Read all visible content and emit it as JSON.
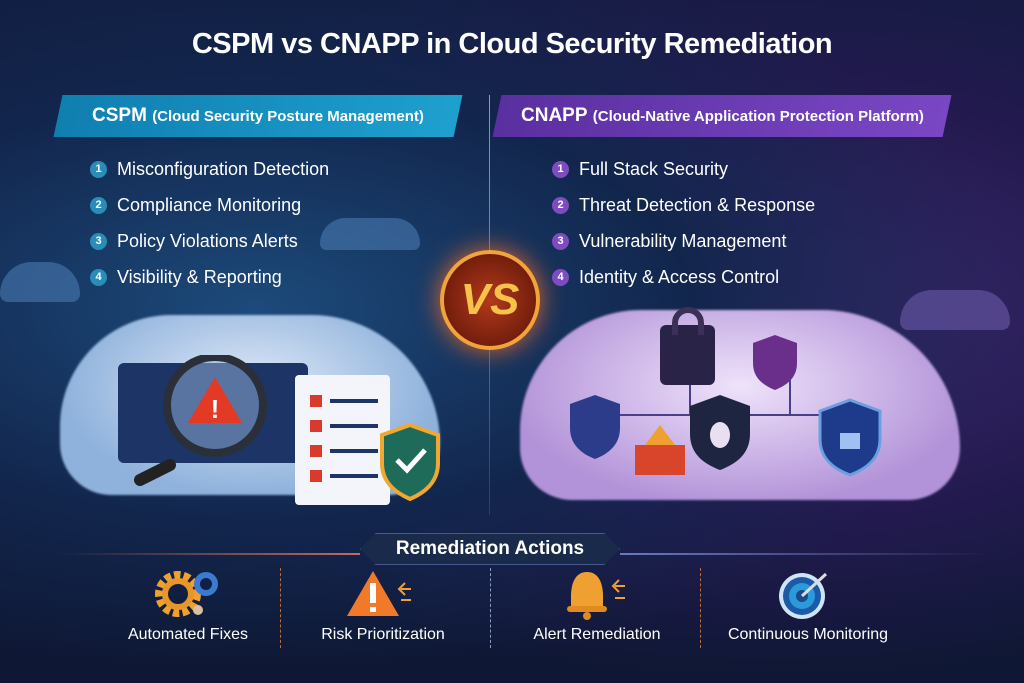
{
  "title": "CSPM vs CNAPP in Cloud Security Remediation",
  "cspm": {
    "name": "CSPM",
    "full": "(Cloud Security Posture Management)",
    "color": "#1a94c6",
    "items": [
      {
        "n": "1",
        "label": "Misconfiguration Detection"
      },
      {
        "n": "2",
        "label": "Compliance Monitoring"
      },
      {
        "n": "3",
        "label": "Policy Violations Alerts"
      },
      {
        "n": "4",
        "label": "Visibility & Reporting"
      }
    ]
  },
  "cnapp": {
    "name": "CNAPP",
    "full": "(Cloud-Native Application Protection Platform)",
    "color": "#6a3bb2",
    "items": [
      {
        "n": "1",
        "label": "Full Stack Security"
      },
      {
        "n": "2",
        "label": "Threat Detection & Response"
      },
      {
        "n": "3",
        "label": "Vulnerability Management"
      },
      {
        "n": "4",
        "label": "Identity & Access Control"
      }
    ]
  },
  "vs": "VS",
  "remediation": {
    "heading": "Remediation Actions",
    "actions": [
      {
        "label": "Automated Fixes",
        "icon": "gears-icon"
      },
      {
        "label": "Risk Prioritization",
        "icon": "warning-icon"
      },
      {
        "label": "Alert Remediation",
        "icon": "bell-icon"
      },
      {
        "label": "Continuous Monitoring",
        "icon": "target-icon"
      }
    ]
  }
}
